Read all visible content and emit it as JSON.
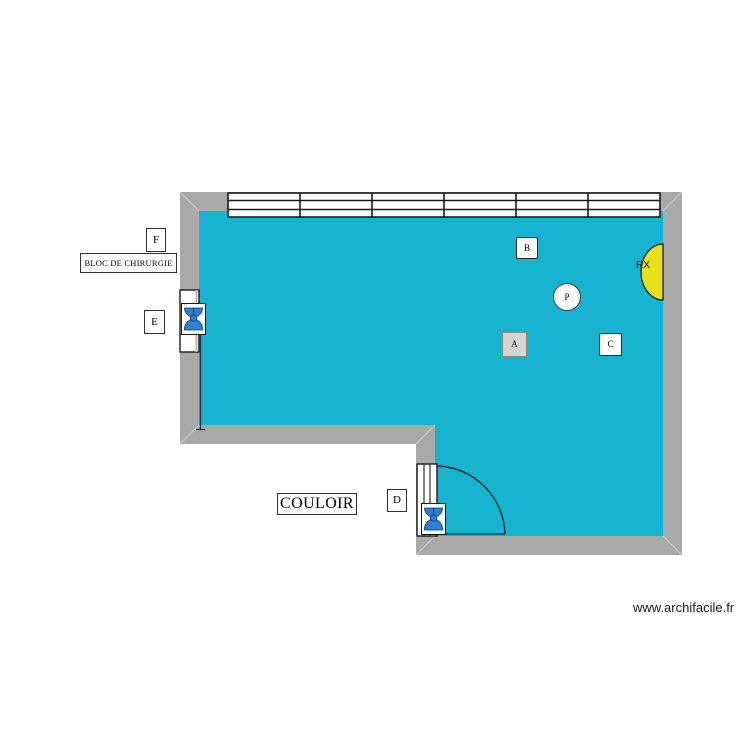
{
  "document": {
    "type": "floor-plan",
    "watermark": "www.archifacile.fr"
  },
  "colors": {
    "room_fill": "#16b4d0",
    "wall_fill": "#a9a9a9",
    "wall_stroke": "#a0a0a0",
    "door_symbol": "#1f6fc4",
    "rx_fill": "#e8e01a",
    "marker_gray": "#d4d4d4",
    "marker_white": "#ffffff",
    "outline": "#1a1a1a",
    "text": "#000000"
  },
  "rooms": [
    {
      "id": "bloc-de-chirurgie",
      "label": "BLOC DE CHIRURGIE",
      "fill": "#16b4d0"
    },
    {
      "id": "couloir",
      "label": "COULOIR",
      "fill": "#ffffff"
    }
  ],
  "labels": {
    "room_main": "BLOC DE CHIRURGIE",
    "room_corridor": "COULOIR"
  },
  "openings": [
    {
      "id": "F",
      "label": "F",
      "type": "window",
      "wall": "top"
    },
    {
      "id": "E",
      "label": "E",
      "type": "door",
      "wall": "left"
    },
    {
      "id": "D",
      "label": "D",
      "type": "door",
      "wall": "bottom-left-return"
    }
  ],
  "markers": [
    {
      "id": "A",
      "label": "A",
      "shape": "square",
      "style": "gray"
    },
    {
      "id": "B",
      "label": "B",
      "shape": "square",
      "style": "white"
    },
    {
      "id": "C",
      "label": "C",
      "shape": "square",
      "style": "white"
    },
    {
      "id": "P",
      "label": "P",
      "shape": "circle",
      "style": "white"
    },
    {
      "id": "RX",
      "label": "RX",
      "shape": "half-ellipse",
      "style": "yellow"
    }
  ]
}
